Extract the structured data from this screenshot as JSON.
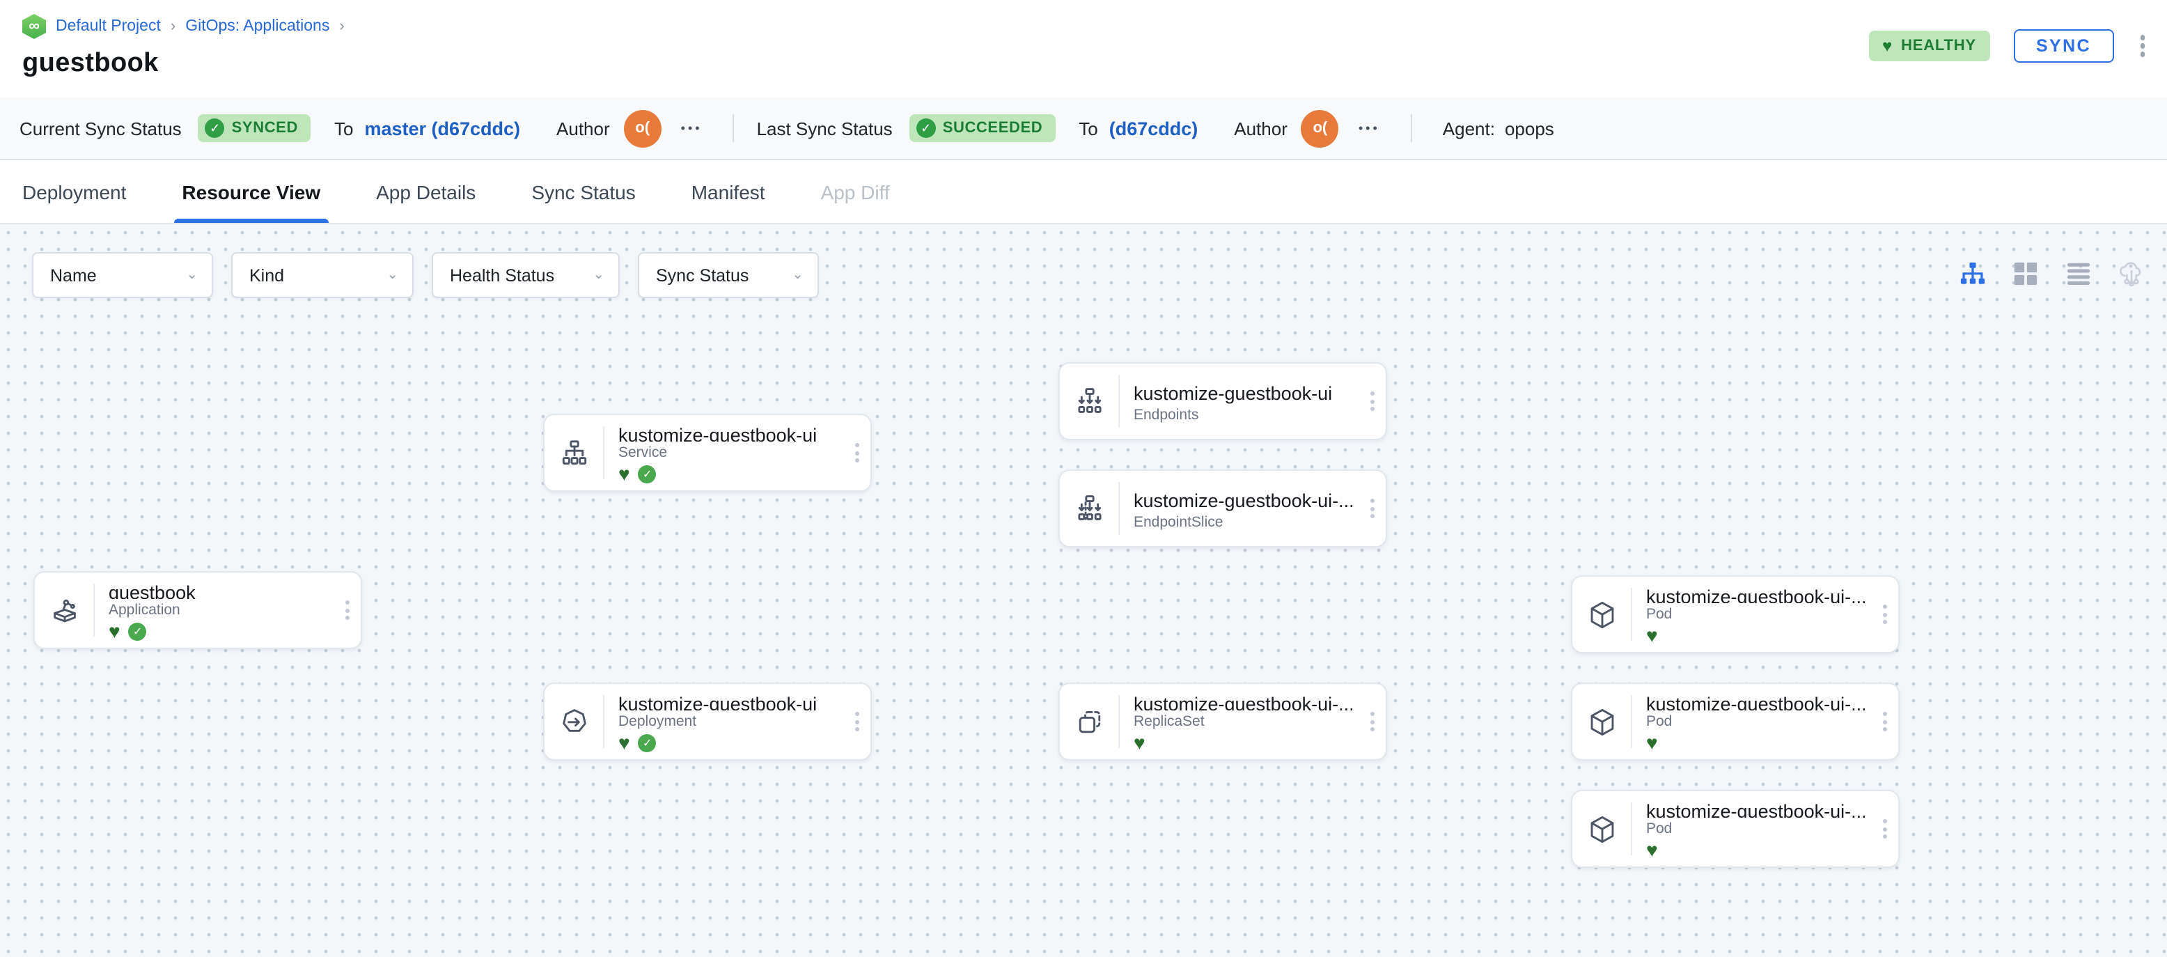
{
  "breadcrumb": {
    "project_icon": "infinity-hexagon",
    "items": [
      "Default Project",
      "GitOps: Applications"
    ],
    "separator": "›"
  },
  "page": {
    "title": "guestbook"
  },
  "header_actions": {
    "health_label": "HEALTHY",
    "sync_label": "SYNC"
  },
  "statusbar": {
    "current": {
      "label": "Current Sync Status",
      "badge": "SYNCED",
      "to_label": "To",
      "target": "master (d67cddc)",
      "author_label": "Author",
      "avatar": "o(",
      "more": "•••"
    },
    "last": {
      "label": "Last Sync Status",
      "badge": "SUCCEEDED",
      "to_label": "To",
      "target": "(d67cddc)",
      "author_label": "Author",
      "avatar": "o(",
      "more": "•••"
    },
    "agent": {
      "label": "Agent:",
      "value": "opops"
    }
  },
  "tabs": [
    {
      "label": "Deployment",
      "state": "normal"
    },
    {
      "label": "Resource View",
      "state": "active"
    },
    {
      "label": "App Details",
      "state": "normal"
    },
    {
      "label": "Sync Status",
      "state": "normal"
    },
    {
      "label": "Manifest",
      "state": "normal"
    },
    {
      "label": "App Diff",
      "state": "disabled"
    }
  ],
  "filters": [
    {
      "label": "Name"
    },
    {
      "label": "Kind"
    },
    {
      "label": "Health Status"
    },
    {
      "label": "Sync Status"
    }
  ],
  "view_modes": [
    {
      "name": "tree-view",
      "active": true
    },
    {
      "name": "grid-view",
      "active": false
    },
    {
      "name": "list-view",
      "active": false
    },
    {
      "name": "cloud-view",
      "active": false
    }
  ],
  "graph": {
    "nodes": [
      {
        "id": "app",
        "title": "guestbook",
        "kind": "Application",
        "healthy": true,
        "synced": true
      },
      {
        "id": "svc",
        "title": "kustomize-guestbook-ui",
        "kind": "Service",
        "healthy": true,
        "synced": true
      },
      {
        "id": "ep",
        "title": "kustomize-guestbook-ui",
        "kind": "Endpoints",
        "healthy": false,
        "synced": false
      },
      {
        "id": "eps",
        "title": "kustomize-guestbook-ui-...",
        "kind": "EndpointSlice",
        "healthy": false,
        "synced": false
      },
      {
        "id": "dep",
        "title": "kustomize-guestbook-ui",
        "kind": "Deployment",
        "healthy": true,
        "synced": true
      },
      {
        "id": "rs",
        "title": "kustomize-guestbook-ui-...",
        "kind": "ReplicaSet",
        "healthy": true,
        "synced": false
      },
      {
        "id": "pod1",
        "title": "kustomize-guestbook-ui-...",
        "kind": "Pod",
        "healthy": true,
        "synced": false
      },
      {
        "id": "pod2",
        "title": "kustomize-guestbook-ui-...",
        "kind": "Pod",
        "healthy": true,
        "synced": false
      },
      {
        "id": "pod3",
        "title": "kustomize-guestbook-ui-...",
        "kind": "Pod",
        "healthy": true,
        "synced": false
      }
    ],
    "edges": [
      [
        "app",
        "svc"
      ],
      [
        "app",
        "dep"
      ],
      [
        "svc",
        "ep"
      ],
      [
        "svc",
        "eps"
      ],
      [
        "dep",
        "rs"
      ],
      [
        "rs",
        "pod1"
      ],
      [
        "rs",
        "pod2"
      ],
      [
        "rs",
        "pod3"
      ]
    ]
  },
  "colors": {
    "accent_blue": "#2d6fe4",
    "link_blue": "#2467d6",
    "badge_green_bg": "#bfe6ba",
    "badge_green_text": "#1b7e33",
    "edge_green": "#74c258",
    "avatar_orange": "#e87b3c",
    "healthy_heart": "#2a6f2d"
  }
}
